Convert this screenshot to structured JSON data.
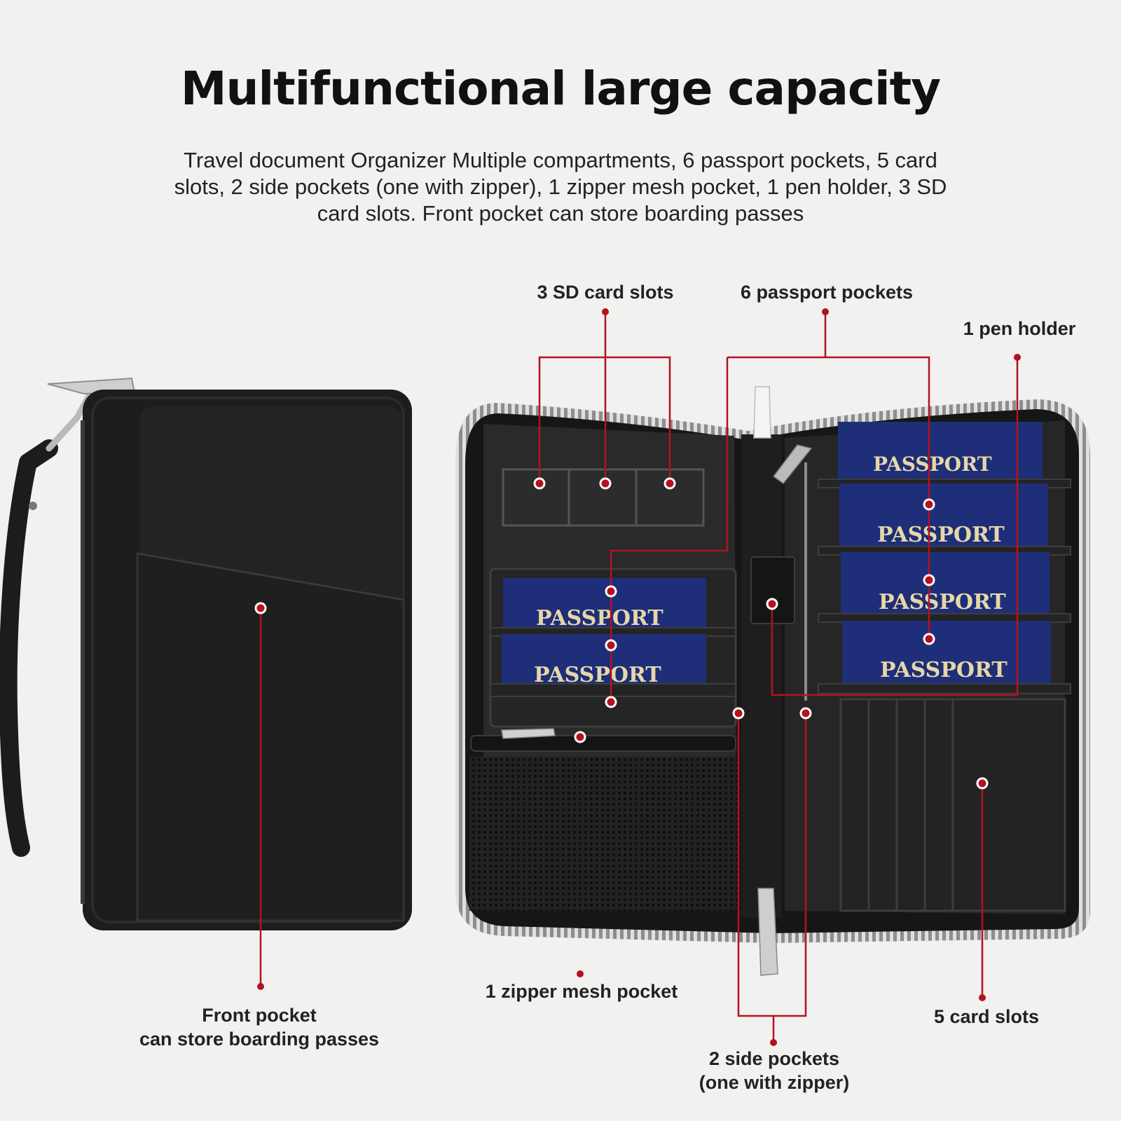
{
  "header": {
    "title": "Multifunctional large capacity",
    "subtitle": "Travel document Organizer Multiple compartments,  6 passport pockets, 5 card slots, 2 side pockets (one with zipper), 1 zipper mesh pocket, 1 pen holder, 3 SD card slots. Front pocket can store boarding passes"
  },
  "callouts": {
    "sd_slots": "3 SD card slots",
    "passport_pockets": "6 passport pockets",
    "pen_holder": "1 pen holder",
    "front_pocket_line1": "Front pocket",
    "front_pocket_line2": "can store boarding passes",
    "mesh_pocket": "1 zipper mesh pocket",
    "card_slots": "5 card slots",
    "side_pockets_line1": "2 side pockets",
    "side_pockets_line2": "(one with zipper)"
  },
  "passport_label": "PASSPORT",
  "colors": {
    "background": "#f1f1f0",
    "accent_red": "#b3121f",
    "leather": "#1b1b1b",
    "passport_blue": "#1e2e78",
    "passport_gold": "#e6d7a8"
  }
}
